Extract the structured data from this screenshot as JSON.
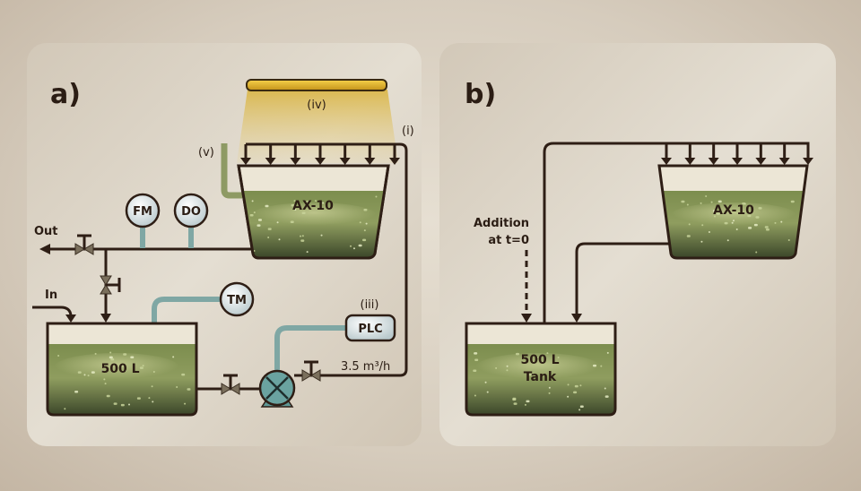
{
  "panel_a": {
    "label": "a)",
    "uv_lamp_label": "(iv)",
    "distributor_label": "(i)",
    "overflow_label": "(v)",
    "reactor_label": "AX-10",
    "tank_label": "500 L",
    "out_label": "Out",
    "in_label": "In",
    "sensors": [
      {
        "label": "FM"
      },
      {
        "label": "DO"
      },
      {
        "label": "TM"
      }
    ],
    "plc_label": "PLC",
    "plc_tag": "(iii)",
    "flow_rate_label": "3.5 m³/h"
  },
  "panel_b": {
    "label": "b)",
    "reactor_label": "AX-10",
    "tank_label_line1": "500 L",
    "tank_label_line2": "Tank",
    "addition_line1": "Addition",
    "addition_line2": "at t=0"
  },
  "colors": {
    "pipe": "#2e1e15",
    "sensor_pipe": "#7fa7a4",
    "liquid_top": "#8a9a5a",
    "liquid_bottom": "#3a4528",
    "lamp": "#e0b832",
    "panel_bg": "#ddd5c7"
  }
}
